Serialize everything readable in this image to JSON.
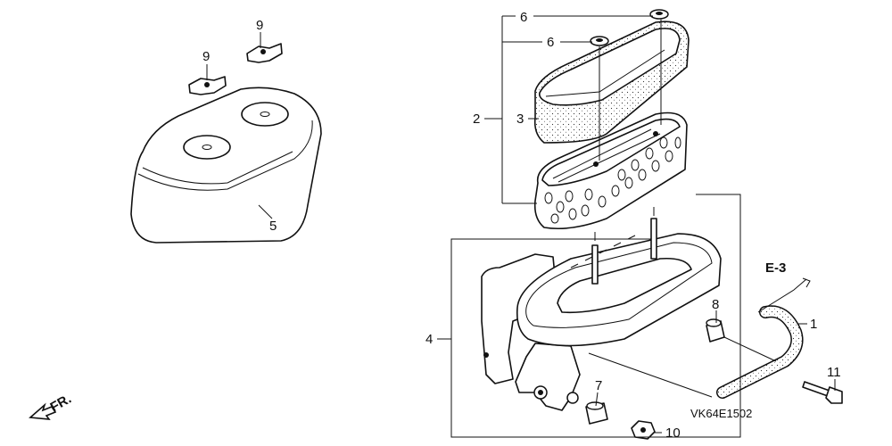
{
  "callouts": {
    "c1": "1",
    "c2": "2",
    "c3": "3",
    "c4": "4",
    "c5": "5",
    "c6a": "6",
    "c6b": "6",
    "c7": "7",
    "c8": "8",
    "c9a": "9",
    "c9b": "9",
    "c10": "10",
    "c11": "11"
  },
  "reference_tag": "E-3",
  "front_marker": "FR.",
  "drawing_code": "VK64E1502"
}
